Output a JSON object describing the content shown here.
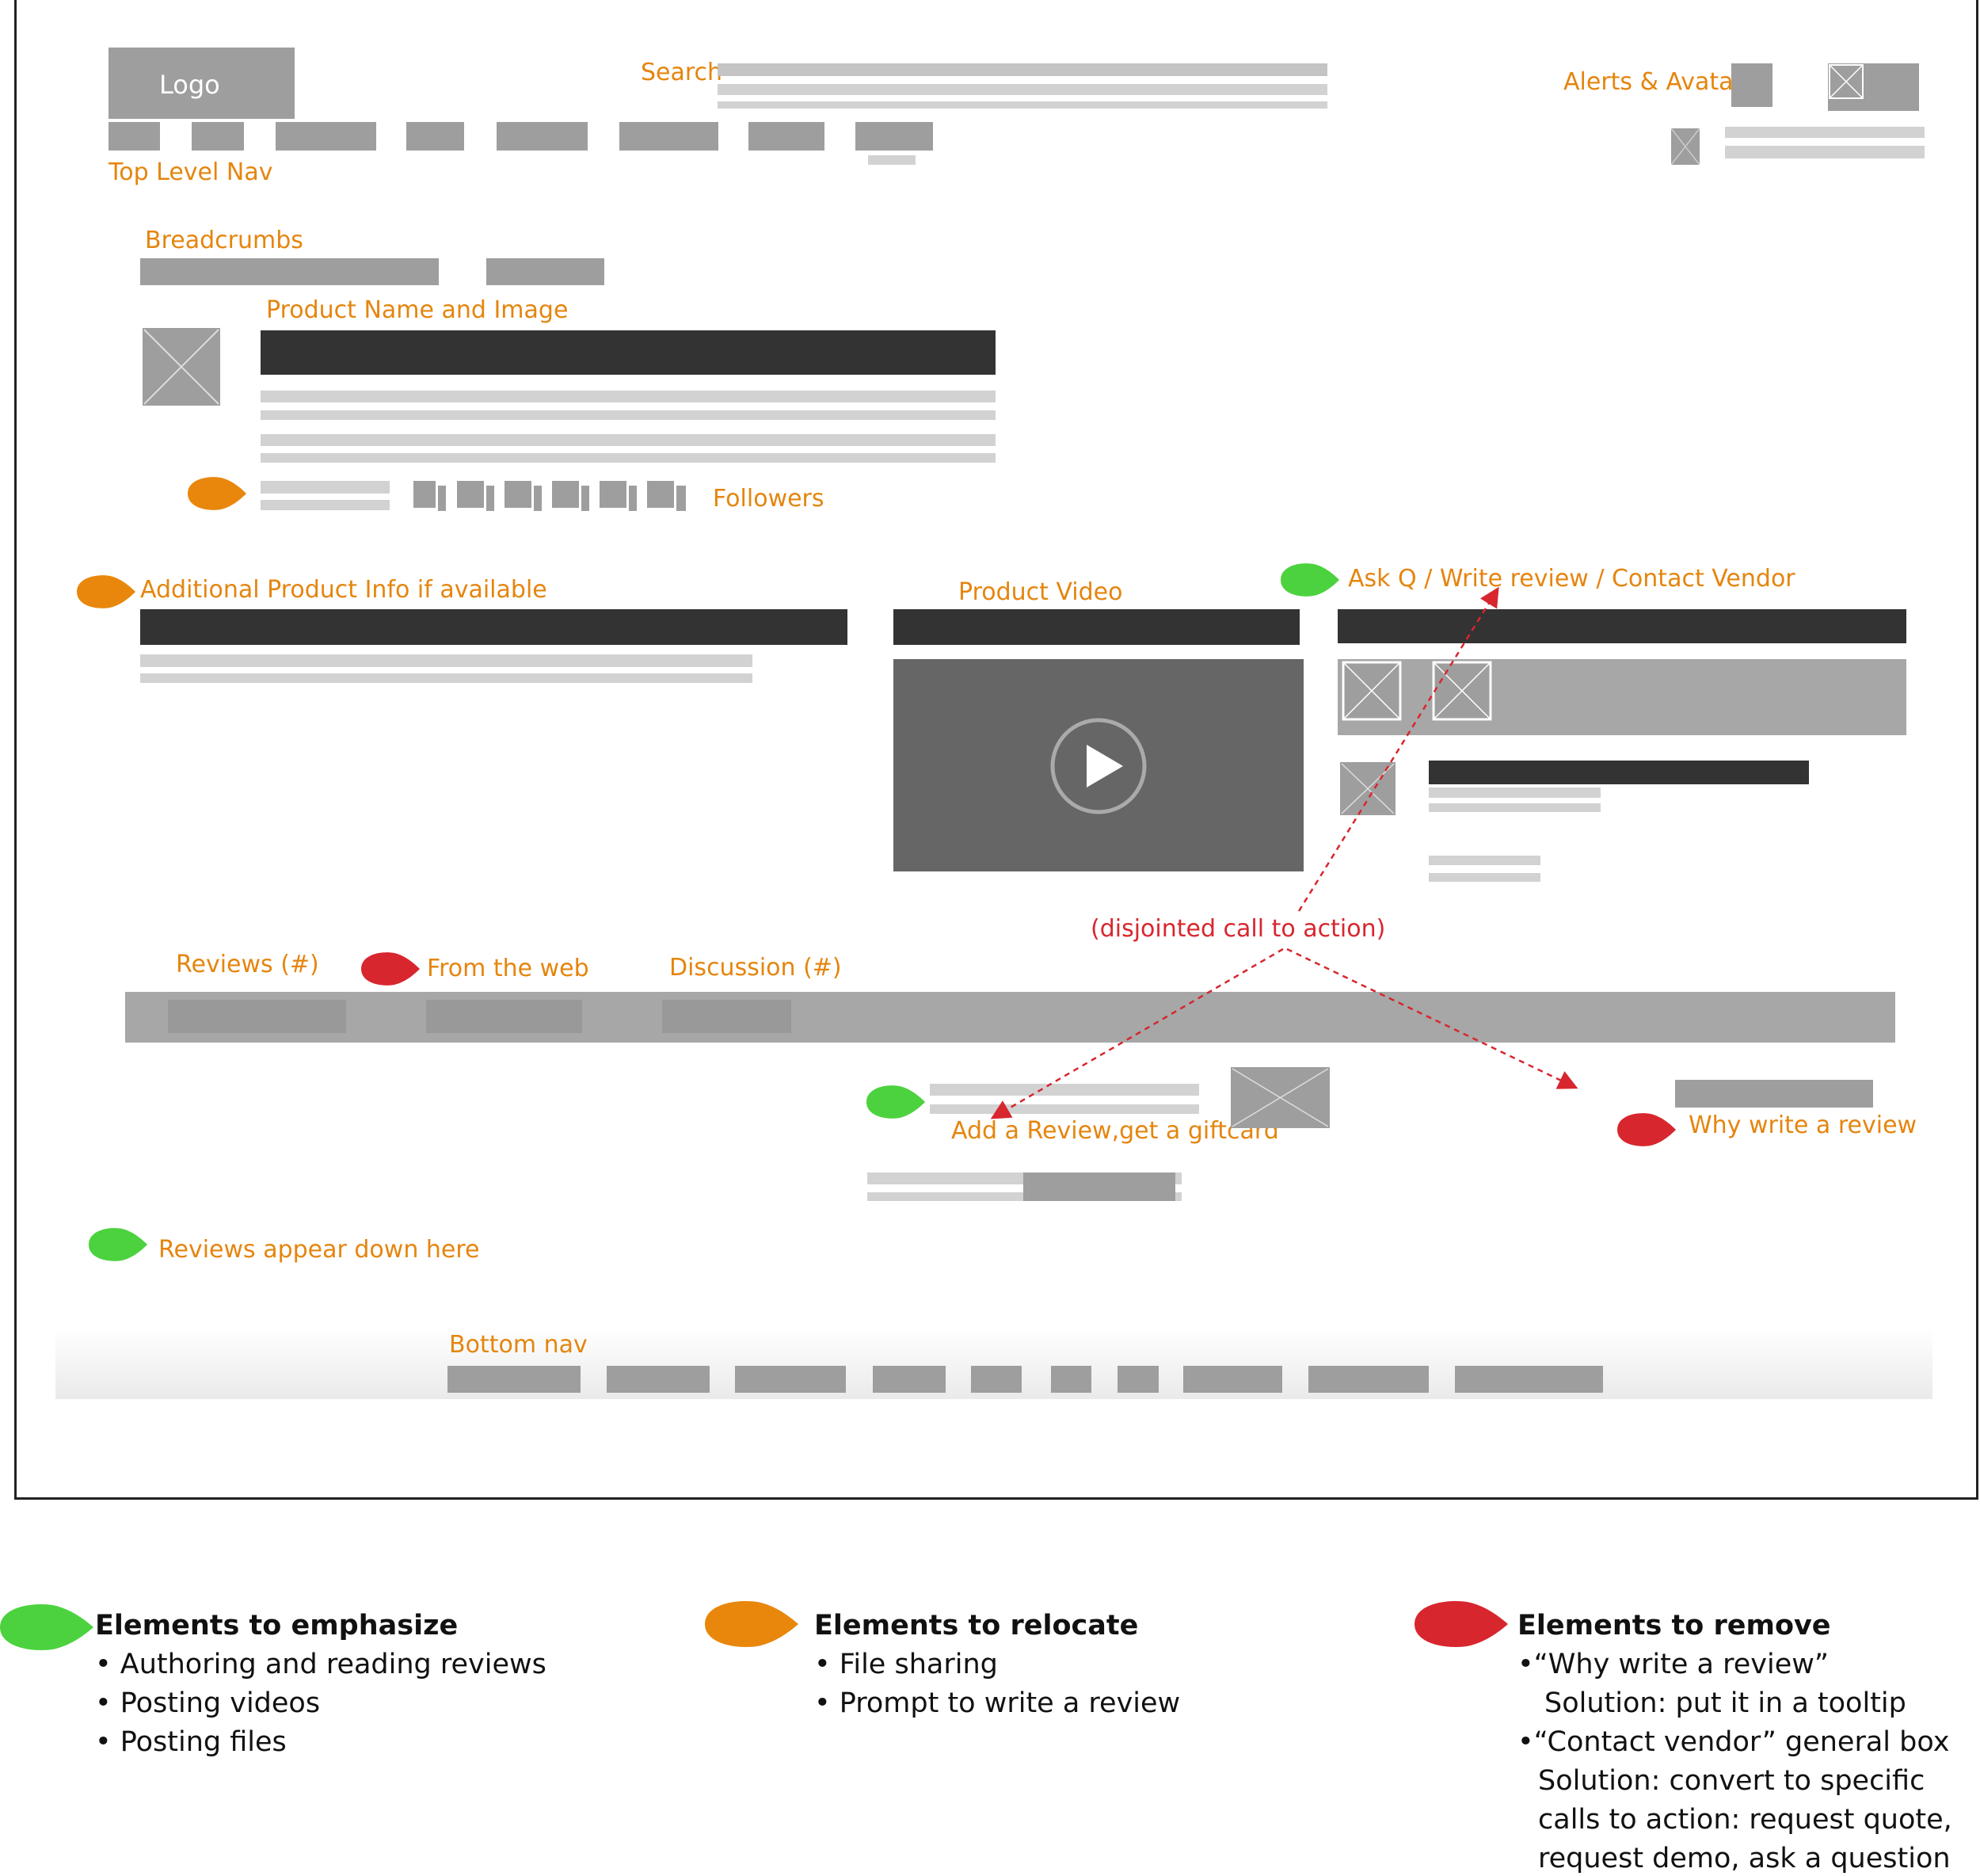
{
  "labels": {
    "logo": "Logo",
    "search": "Search",
    "alerts_avatar": "Alerts & Avatar",
    "top_nav": "Top Level Nav",
    "breadcrumbs": "Breadcrumbs",
    "product_name_image": "Product Name and Image",
    "followers": "Followers",
    "additional_info": "Additional Product Info if available",
    "product_video": "Product Video",
    "ask_q": "Ask Q / Write review / Contact Vendor",
    "disjointed": "(disjointed call to action)",
    "reviews_tab": "Reviews (#)",
    "from_web_tab": "From the web",
    "discussion_tab": "Discussion (#)",
    "add_review": "Add a Review,get a giftcard",
    "why_write": "Why write a review",
    "reviews_down": "Reviews appear down here",
    "bottom_nav": "Bottom nav"
  },
  "legend": {
    "emphasize": {
      "title": "Elements to emphasize",
      "items": [
        "• Authoring and reading reviews",
        "• Posting videos",
        "• Posting files"
      ]
    },
    "relocate": {
      "title": "Elements to relocate",
      "items": [
        "• File sharing",
        "• Prompt to write a review"
      ]
    },
    "remove": {
      "title": "Elements to remove",
      "items": [
        "•“Why write a review”",
        "Solution: put it in a tooltip",
        "•“Contact vendor” general box",
        "Solution: convert to specific",
        "calls to action: request quote,",
        "request demo, ask a question"
      ]
    }
  },
  "colors": {
    "emphasize": "#4cd23f",
    "relocate": "#e8870c",
    "remove": "#d8262e",
    "label": "#e5850e"
  }
}
